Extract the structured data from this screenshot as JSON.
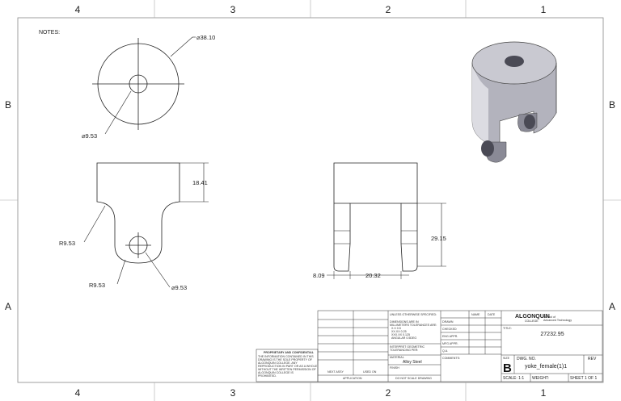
{
  "zones": {
    "top": [
      "4",
      "3",
      "2",
      "1"
    ],
    "bottom": [
      "4",
      "3",
      "2",
      "1"
    ],
    "left": [
      "B",
      "A"
    ],
    "right": [
      "B",
      "A"
    ]
  },
  "notes_label": "NOTES:",
  "dimensions": {
    "outer_diameter": "⌀38.10",
    "hole_top": "⌀9.53",
    "height_upper": "18.41",
    "fillet_upper": "R9.53",
    "fillet_lower": "R9.53",
    "hole_lower": "⌀9.53",
    "side_height": "29.15",
    "slot_offset": "8.09",
    "slot_width": "20.32"
  },
  "title_block": {
    "unless_specified": "UNLESS OTHERWISE SPECIFIED:",
    "dim_notes": [
      "DIMENSIONS ARE IN",
      "MILLIMETERS TOLERANCES ARE:",
      "X.X   0.5",
      "XX.XX  0.25",
      "XXX.XX  0.125",
      "ANGULAR  0.5DEG"
    ],
    "interpret": [
      "INTERPRET GEOMETRIC",
      "TOLERANCING PER:"
    ],
    "material_label": "MATERIAL",
    "material_value": "Alloy Steel",
    "finish_label": "FINISH",
    "do_not_scale": "DO NOT SCALE DRAWING",
    "col_name": "NAME",
    "col_date": "DATE",
    "rows": [
      "DRAWN",
      "CHECKED",
      "ENG APPR.",
      "MFG APPR.",
      "Q.A.",
      "COMMENTS:"
    ],
    "proprietary_title": "PROPRIETARY AND CONFIDENTIAL",
    "proprietary_text": [
      "THE INFORMATION CONTAINED IN THIS",
      "DRAWING IS THE SOLE PROPERTY OF",
      "ALGONQUIN COLLEGE.  ANY",
      "REPRODUCTION IN PART OR AS A WHOLE",
      "WITHOUT THE WRITTEN PERMISSION OF",
      "ALGONQUIN COLLEGE IS",
      "PROHIBITED."
    ],
    "next_assy": "NEXT ASSY",
    "used_on": "USED ON",
    "application": "APPLICATION",
    "logo_name": "ALGONQUIN",
    "logo_sub": "COLLEGE",
    "school_line1": "School of",
    "school_line2": "Advanced Technology",
    "title_label": "TITLE:",
    "title_value": "27232.95",
    "size_label": "SIZE",
    "size_value": "B",
    "dwg_label": "DWG.  NO.",
    "dwg_value": "yoke_female(1)1",
    "rev_label": "REV",
    "scale": "SCALE: 1:1",
    "weight": "WEIGHT:",
    "sheet": "SHEET 1 OF 1"
  },
  "colors": {
    "line": "#222222",
    "border": "#555555",
    "iso_face": "#c9c9d1",
    "iso_side": "#8a8a96",
    "iso_dark": "#4a4a55"
  }
}
